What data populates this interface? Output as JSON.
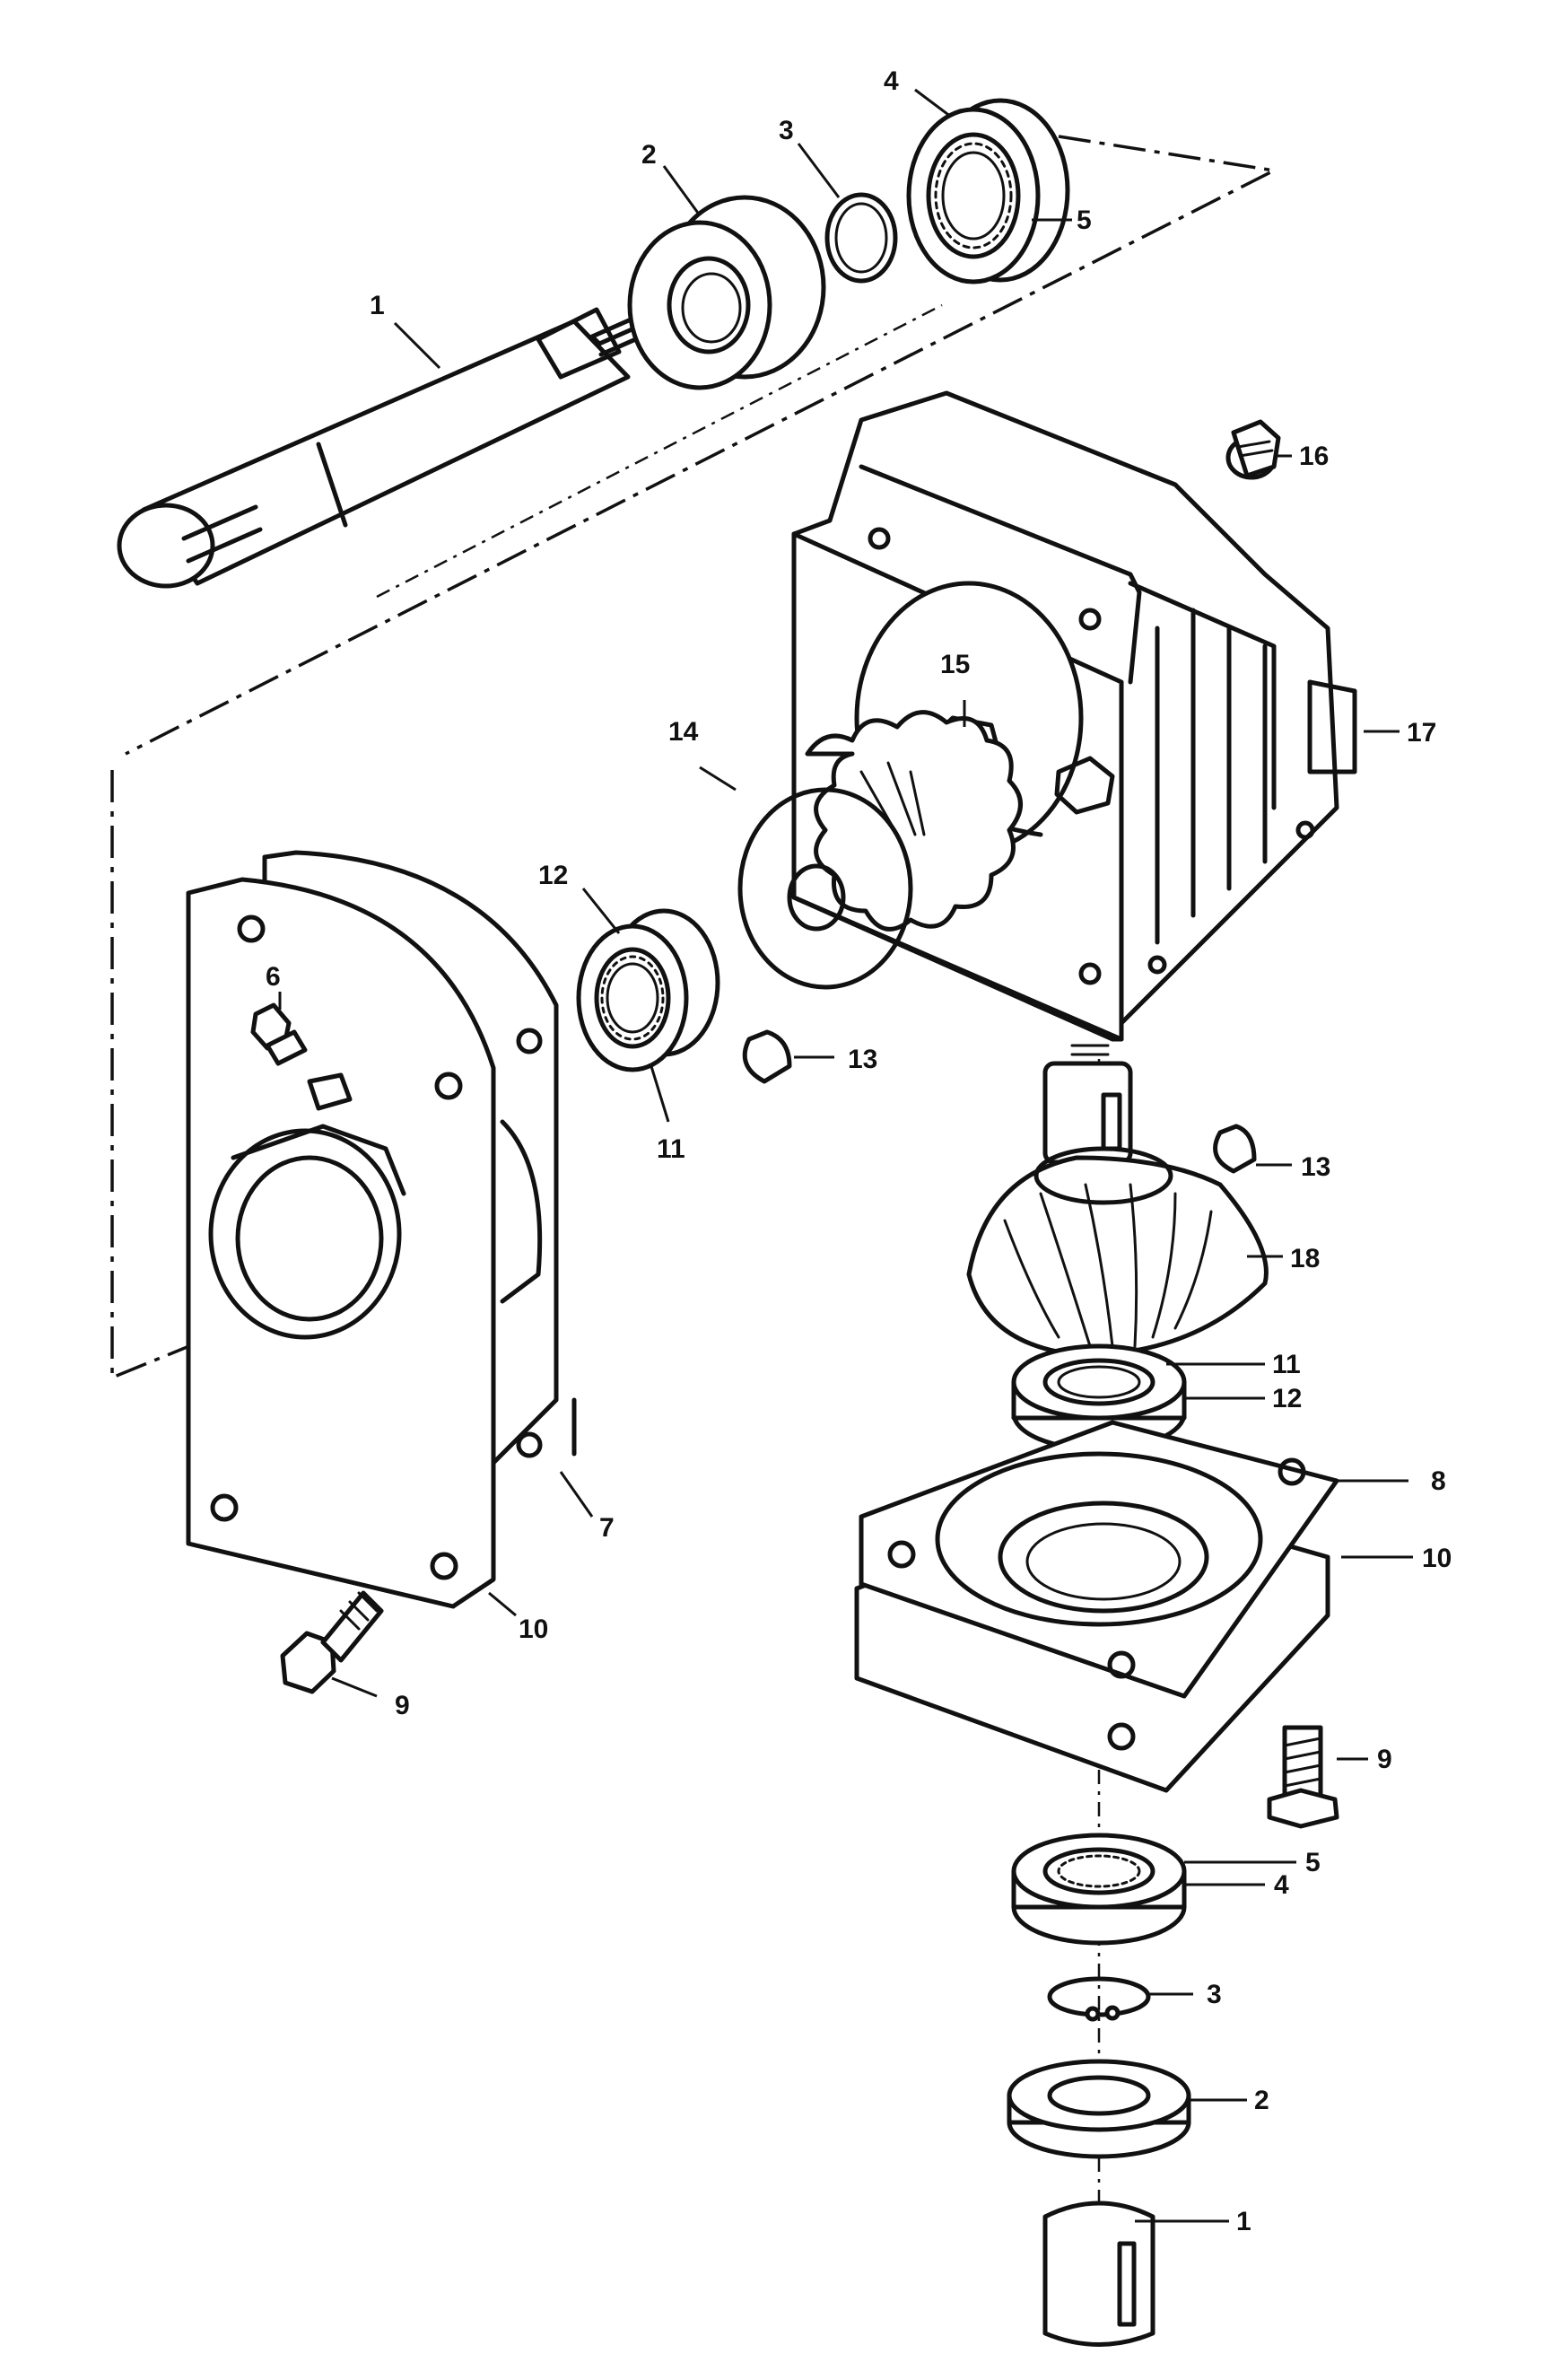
{
  "callouts": [
    {
      "id": "c1a",
      "text": "1"
    },
    {
      "id": "c2a",
      "text": "2"
    },
    {
      "id": "c3a",
      "text": "3"
    },
    {
      "id": "c4a",
      "text": "4"
    },
    {
      "id": "c5a",
      "text": "5"
    },
    {
      "id": "c16",
      "text": "16"
    },
    {
      "id": "c15",
      "text": "15"
    },
    {
      "id": "c14",
      "text": "14"
    },
    {
      "id": "c17",
      "text": "17"
    },
    {
      "id": "c12a",
      "text": "12"
    },
    {
      "id": "c6",
      "text": "6"
    },
    {
      "id": "c11a",
      "text": "11"
    },
    {
      "id": "c13a",
      "text": "13"
    },
    {
      "id": "c13b",
      "text": "13"
    },
    {
      "id": "c18",
      "text": "18"
    },
    {
      "id": "c11b",
      "text": "11"
    },
    {
      "id": "c12b",
      "text": "12"
    },
    {
      "id": "c8",
      "text": "8"
    },
    {
      "id": "c7",
      "text": "7"
    },
    {
      "id": "c10a",
      "text": "10"
    },
    {
      "id": "c10b",
      "text": "10"
    },
    {
      "id": "c9a",
      "text": "9"
    },
    {
      "id": "c9b",
      "text": "9"
    },
    {
      "id": "c5b",
      "text": "5"
    },
    {
      "id": "c4b",
      "text": "4"
    },
    {
      "id": "c3b",
      "text": "3"
    },
    {
      "id": "c2b",
      "text": "2"
    },
    {
      "id": "c1b",
      "text": "1"
    }
  ]
}
